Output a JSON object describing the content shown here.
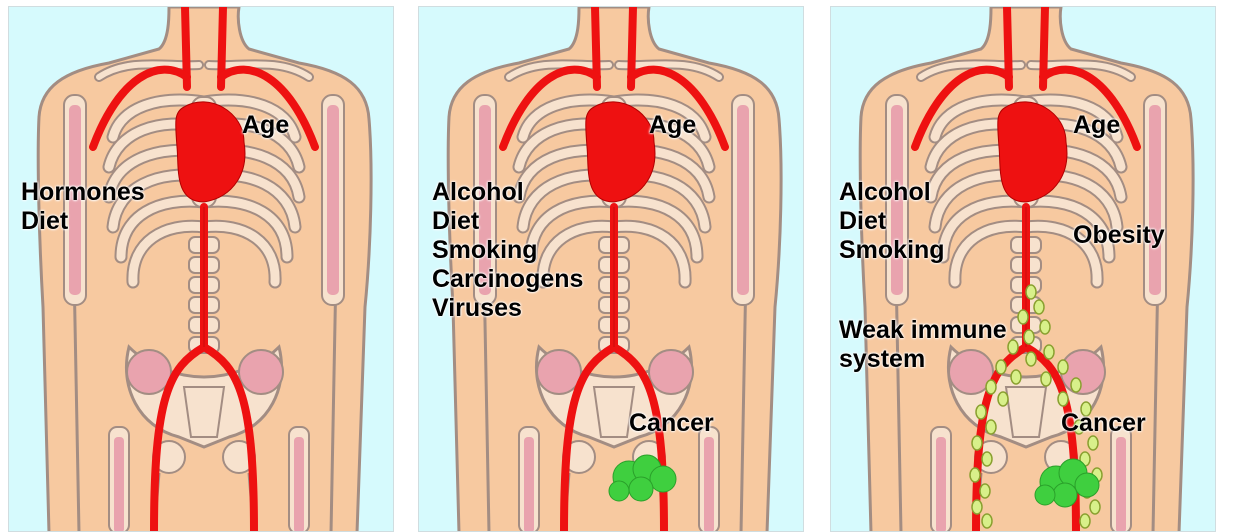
{
  "panels": [
    {
      "age_label": "Age",
      "factors": [
        "Hormones",
        "Diet"
      ]
    },
    {
      "age_label": "Age",
      "factors": [
        "Alcohol",
        "Diet",
        "Smoking",
        "Carcinogens",
        "Viruses"
      ],
      "cancer_label": "Cancer"
    },
    {
      "age_label": "Age",
      "factors": [
        "Alcohol",
        "Diet",
        "Smoking"
      ],
      "obesity_label": "Obesity",
      "immune_label_line1": "Weak immune",
      "immune_label_line2": "system",
      "cancer_label": "Cancer"
    }
  ],
  "colors": {
    "background": "#d6fafd",
    "skin": "#f7c9a0",
    "skin_outline": "#a38d83",
    "bone": "#f7e2ce",
    "artery": "#ee1111",
    "marrow": "#f0c0c8",
    "tumor": "#3fcf3f",
    "lymph": "#d8f08a"
  }
}
